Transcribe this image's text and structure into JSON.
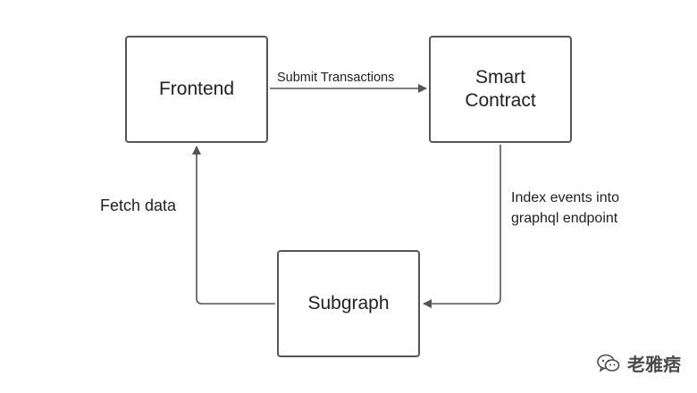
{
  "diagram": {
    "nodes": {
      "frontend": "Frontend",
      "smart_contract_line1": "Smart",
      "smart_contract_line2": "Contract",
      "subgraph": "Subgraph"
    },
    "edges": {
      "submit": "Submit Transactions",
      "index_line1": "Index events into",
      "index_line2": "graphql endpoint",
      "fetch": "Fetch data"
    },
    "colors": {
      "stroke": "#555555",
      "text": "#222222",
      "background": "#ffffff"
    }
  },
  "watermark": {
    "icon": "wechat-icon",
    "text": "老雅痞"
  }
}
